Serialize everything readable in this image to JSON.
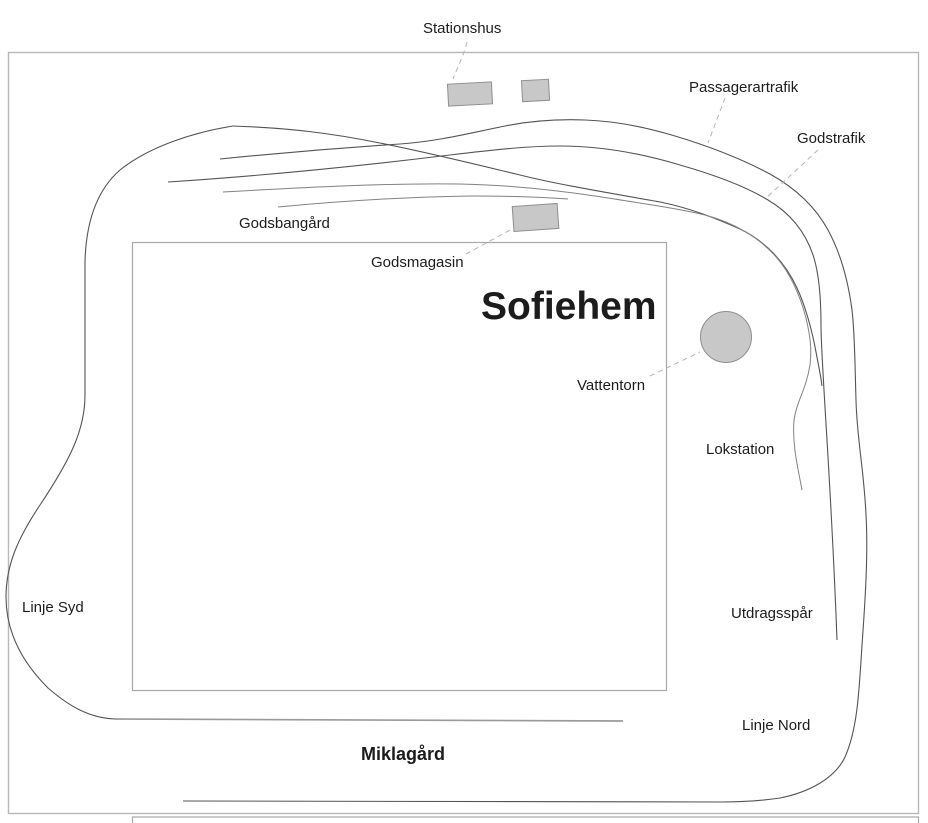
{
  "diagram": {
    "title": "Sofiehem",
    "lower_title": "Miklagård",
    "labels": {
      "stationshus": "Stationshus",
      "passenger_traffic": "Passagerartrafik",
      "freight_traffic": "Godstrafik",
      "freight_yard": "Godsbangård",
      "goods_shed": "Godsmagasin",
      "water_tower": "Vattentorn",
      "loco_depot": "Lokstation",
      "line_south": "Linje Syd",
      "headshunt": "Utdragsspår",
      "line_north": "Linje Nord"
    },
    "colors": {
      "bg": "#ffffff",
      "text": "#1c1c1c",
      "border": "#b8b8b8",
      "border2": "#a8a8a8",
      "track": "#545454",
      "track_light": "#828282",
      "track_pale": "#9a9a9a",
      "leader": "#b5b5b5",
      "building_fill": "#c8c8c8",
      "building_stroke": "#8f8f8f"
    }
  }
}
